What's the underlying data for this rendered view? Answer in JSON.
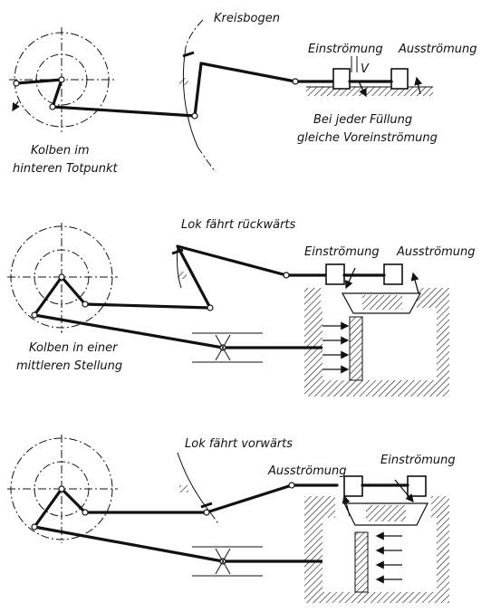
{
  "panels": [
    {
      "arc_label": "Kreisbogen",
      "inlet_label": "Einströmung",
      "outlet_label": "Ausströmung",
      "lead_symbol": "V",
      "note_line1": "Bei jeder Füllung",
      "note_line2": "gleiche Voreinströmung",
      "piston_line1": "Kolben im",
      "piston_line2": "hinteren Totpunkt"
    },
    {
      "direction_label": "Lok fährt rückwärts",
      "inlet_label": "Einströmung",
      "outlet_label": "Ausströmung",
      "piston_line1": "Kolben in einer",
      "piston_line2": "mittleren Stellung"
    },
    {
      "direction_label": "Lok fährt vorwärts",
      "outlet_label": "Ausströmung",
      "inlet_label": "Einströmung"
    }
  ]
}
